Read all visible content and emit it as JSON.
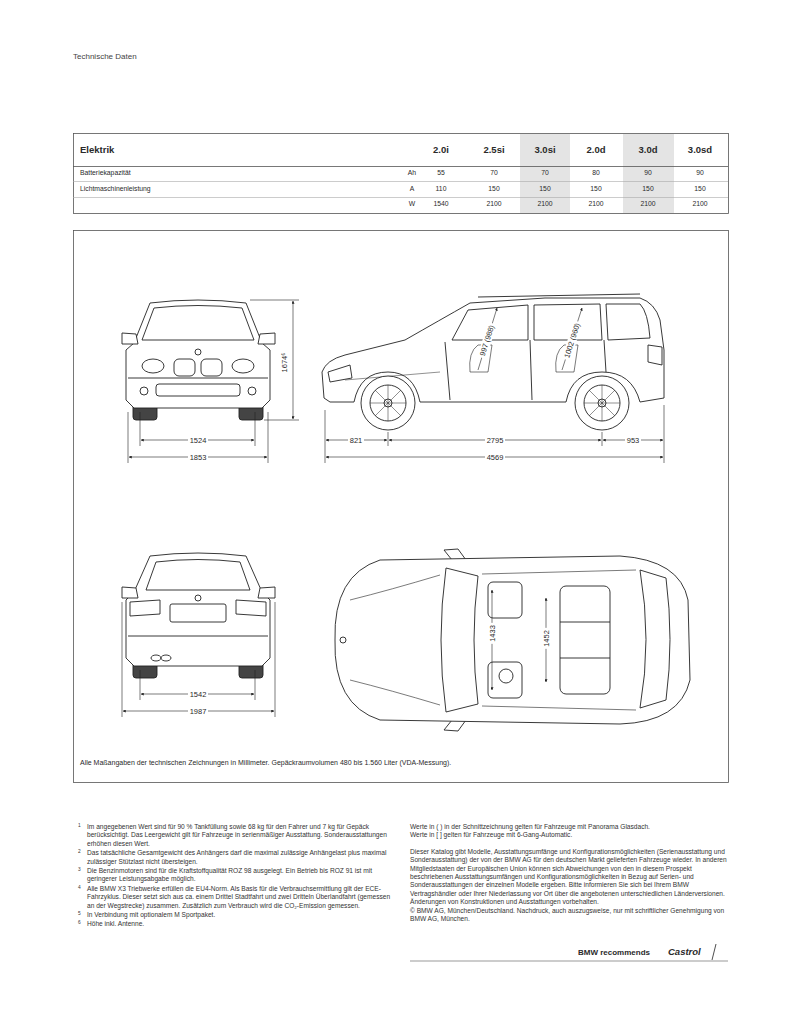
{
  "diagram": {
    "title": "Technische Daten",
    "labels": [
      "Elektrik",
      "2.0i",
      "2.5si",
      "3.0si",
      "2.0d",
      "3.0d",
      "3.0sd",
      "Batteriekapazität",
      "Ah",
      "55",
      "70",
      "70",
      "80",
      "90",
      "90",
      "Lichtmaschinenleistung",
      "A",
      "110",
      "150",
      "150",
      "150",
      "150",
      "150",
      "W",
      "1540",
      "2100",
      "2100",
      "2100",
      "2100",
      "2100",
      "1674⁶",
      "1524",
      "1853",
      "821",
      "2795",
      "953",
      "4569",
      "997 (988)",
      "1002 (960)",
      "1542",
      "1987",
      "1433",
      "1452",
      "Alle Maßangaben der technischen Zeichnungen in Millimeter. Gepäckraumvolumen 480 bis 1.560 Liter (VDA-Messung).",
      "1",
      "Im angegebenen Wert sind für 90 % Tankfüllung sowie 68 kg für den Fahrer und 7 kg für Gepäck berücksichtigt. Das Leergewicht gilt für Fahrzeuge in serienmäßiger Ausstattung. Sonderausstattungen erhöhen diesen Wert.",
      "2",
      "Das tatsächliche Gesamtgewicht des Anhängers darf die maximal zulässige Anhängelast plus maximal zulässiger Stützlast nicht übersteigen.",
      "3",
      "Die Benzinmotoren sind für die Kraftstoffqualität ROZ 98 ausgelegt. Ein Betrieb bis ROZ 91 ist mit geringerer Leistungsabgabe möglich.",
      "4",
      "Alle BMW X3 Triebwerke erfüllen die EU4-Norm. Als Basis für die Verbrauchsermittlung gilt der ECE-Fahrzyklus. Dieser setzt sich aus ca. einem Drittel Stadtfahrt und zwei Dritteln Überlandfahrt (gemessen an der Wegstrecke) zusammen. Zusätzlich zum Verbrauch wird die CO₂-Emission gemessen.",
      "5",
      "In Verbindung mit optionalem M Sportpaket.",
      "6",
      "Höhe inkl. Antenne.",
      "Werte in ( ) in der Schnittzeichnung gelten für Fahrzeuge mit Panorama Glasdach.",
      "Werte in [ ] gelten für Fahrzeuge mit 6-Gang-Automatic.",
      "Dieser Katalog gibt Modelle, Ausstattungsumfänge und Konfigurationsmöglichkeiten (Serienausstattung und Sonderausstattung) der von der BMW AG für den deutschen Markt gelieferten Fahrzeuge wieder. In anderen Mitgliedstaaten der Europäischen Union können sich Abweichungen von den in diesem Prospekt beschriebenen Ausstattungsumfängen und Konfigurationsmöglichkeiten in Bezug auf Serien- und Sonderausstattungen der einzelnen Modelle ergeben. Bitte informieren Sie sich bei Ihrem BMW Vertragshändler oder Ihrer Niederlassung vor Ort über die angebotenen unterschiedlichen Länderversionen. Änderungen von Konstruktionen und Ausstattungen vorbehalten.",
      "© BMW AG, München/Deutschland. Nachdruck, auch auszugsweise, nur mit schriftlicher Genehmigung von BMW AG, München.",
      "BMW recommends",
      "Castrol"
    ]
  }
}
